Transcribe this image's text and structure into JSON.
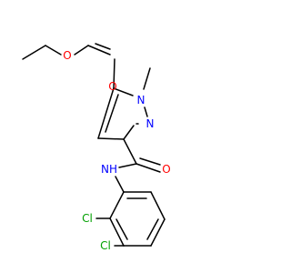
{
  "molecule": {
    "colors": {
      "bond": "#000000",
      "oxygen": "#ff0000",
      "nitrogen": "#0000ff",
      "chlorine": "#00a000",
      "carbon": "#000000",
      "background": "#ffffff"
    },
    "atom_labels": {
      "ester_carbonyl_O": "O",
      "ester_ether_O": "O",
      "ring_N1": "N",
      "ring_N2": "N",
      "amide_NH": "NH",
      "amide_O": "O",
      "Cl_2": "Cl",
      "Cl_3": "Cl"
    }
  }
}
